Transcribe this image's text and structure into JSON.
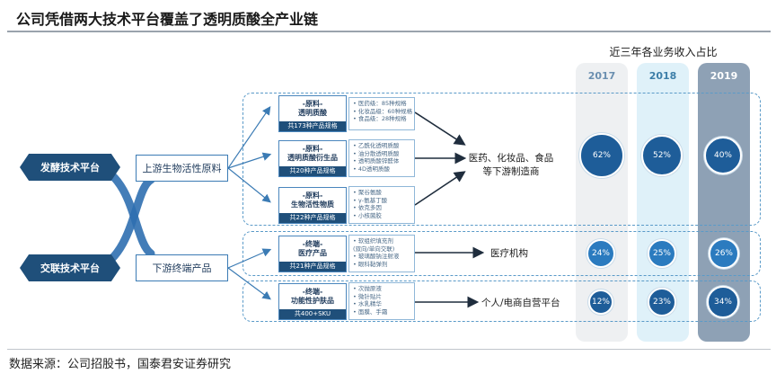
{
  "title": "公司凭借两大技术平台覆盖了透明质酸全产业链",
  "source": "数据来源：公司招股书，国泰君安证券研究",
  "revenue_heading": "近三年各业务收入占比",
  "years": [
    "2017",
    "2018",
    "2019"
  ],
  "platforms": {
    "ferment": "发酵技术平台",
    "crosslink": "交联技术平台"
  },
  "mid": {
    "upstream": "上游生物活性原料",
    "downstream": "下游终端产品"
  },
  "categories": [
    {
      "line1": "-原料-",
      "line2": "透明质酸",
      "tag": "共173种产品规格",
      "subs": [
        "• 医药级：85种规格",
        "• 化妆品级：60种规格",
        "• 食品级：28种规格"
      ]
    },
    {
      "line1": "-原料-",
      "line2": "透明质酸衍生品",
      "tag": "共20种产品规格",
      "subs": [
        "• 乙酰化透明质酸",
        "• 油分散透明质酸",
        "• 透明质酸锌醛体",
        "• 4D透明质酸"
      ]
    },
    {
      "line1": "-原料-",
      "line2": "生物活性物质",
      "tag": "共22种产品规格",
      "subs": [
        "• 聚谷氨酸",
        "• γ-氨基丁酸",
        "• 依克多因",
        "• 小核菌胶"
      ]
    },
    {
      "line1": "-终端-",
      "line2": "医疗产品",
      "tag": "共21种产品规格",
      "subs": [
        "• 软组织填充剂",
        "  (双向/单向交联)",
        "• 玻璃酸钠注射液",
        "• 眼科黏弹剂"
      ]
    },
    {
      "line1": "-终端-",
      "line2": "功能性护肤品",
      "tag": "共400+SKU",
      "subs": [
        "• 次抛原液",
        "• 微针贴片",
        "• 水乳精华",
        "• 面膜、手霜"
      ]
    }
  ],
  "destinations": {
    "upstream": [
      "医药、化妆品、食品",
      "等下游制造商"
    ],
    "medical": "医疗机构",
    "consumer": "个人/电商自营平台"
  },
  "chart_data": {
    "type": "table",
    "title": "近三年各业务收入占比",
    "columns": [
      "2017",
      "2018",
      "2019"
    ],
    "rows": [
      {
        "label": "医药、化妆品、食品等下游制造商",
        "values": [
          "62%",
          "52%",
          "40%"
        ]
      },
      {
        "label": "医疗机构",
        "values": [
          "24%",
          "25%",
          "26%"
        ]
      },
      {
        "label": "个人/电商自营平台",
        "values": [
          "12%",
          "23%",
          "34%"
        ]
      }
    ]
  }
}
